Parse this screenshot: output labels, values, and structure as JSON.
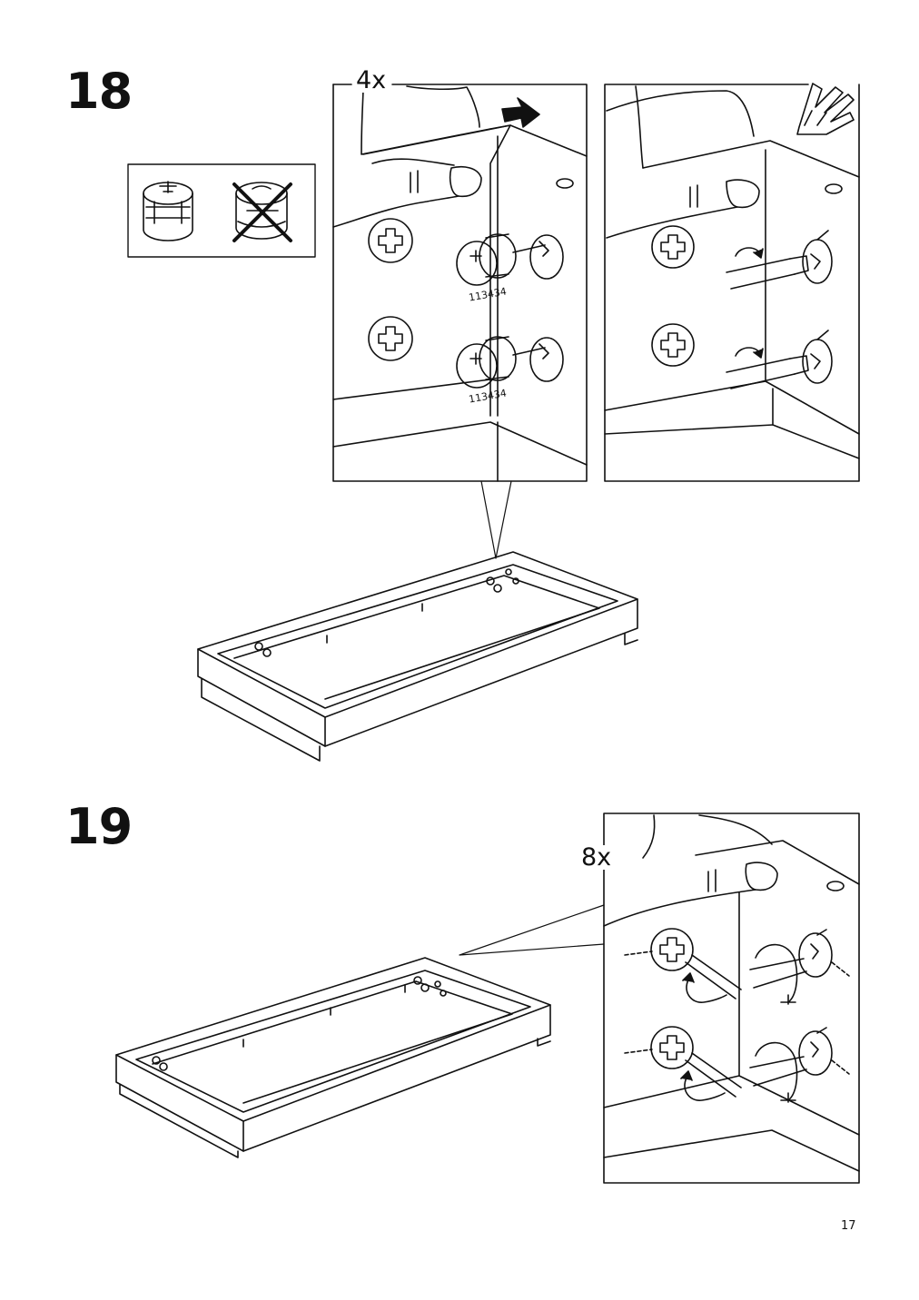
{
  "steps": [
    {
      "number": "18",
      "quantity": "4x",
      "part_number": "113434"
    },
    {
      "number": "19",
      "quantity": "8x"
    }
  ],
  "page_number": "17",
  "icons": [
    "cam-lock-correct-icon",
    "cam-lock-wrong-icon",
    "push-arrow-icon",
    "hand-pointing-icon",
    "screwdriver-icon",
    "rotate-arrow-icon"
  ]
}
